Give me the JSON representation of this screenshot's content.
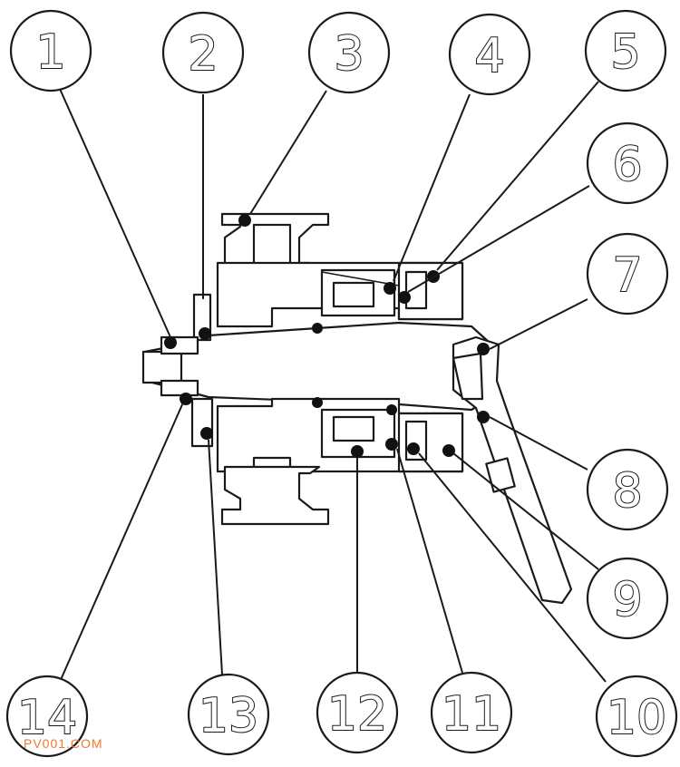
{
  "callouts": [
    {
      "id": "1",
      "label": "1"
    },
    {
      "id": "2",
      "label": "2"
    },
    {
      "id": "3",
      "label": "3"
    },
    {
      "id": "4",
      "label": "4"
    },
    {
      "id": "5",
      "label": "5"
    },
    {
      "id": "6",
      "label": "6"
    },
    {
      "id": "7",
      "label": "7"
    },
    {
      "id": "8",
      "label": "8"
    },
    {
      "id": "9",
      "label": "9"
    },
    {
      "id": "10",
      "label": "10"
    },
    {
      "id": "11",
      "label": "11"
    },
    {
      "id": "12",
      "label": "12"
    },
    {
      "id": "13",
      "label": "13"
    },
    {
      "id": "14",
      "label": "14"
    }
  ],
  "watermark": {
    "text": "PV001.COM",
    "color": "#f07a2a"
  },
  "colors": {
    "line": "#1a1a1a",
    "seal": "#111111",
    "background": "#ffffff"
  }
}
